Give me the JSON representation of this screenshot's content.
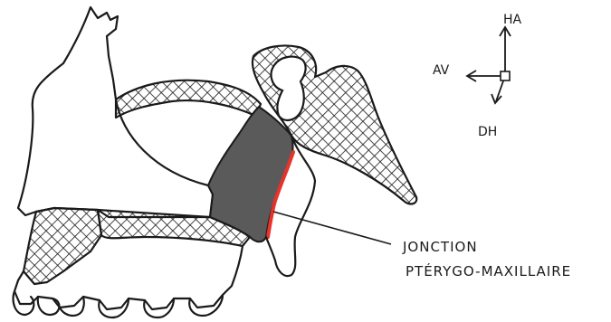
{
  "labels": {
    "junction_line1": "JONCTION",
    "junction_line2": "PTÉRYGO-MAXILLAIRE"
  },
  "orientation": {
    "up": "HA",
    "forward": "AV",
    "down": "DH"
  },
  "colors": {
    "ink": "#1a1a1a",
    "junction_shading": "#5a5a5a",
    "highlight": "#e8332a"
  }
}
